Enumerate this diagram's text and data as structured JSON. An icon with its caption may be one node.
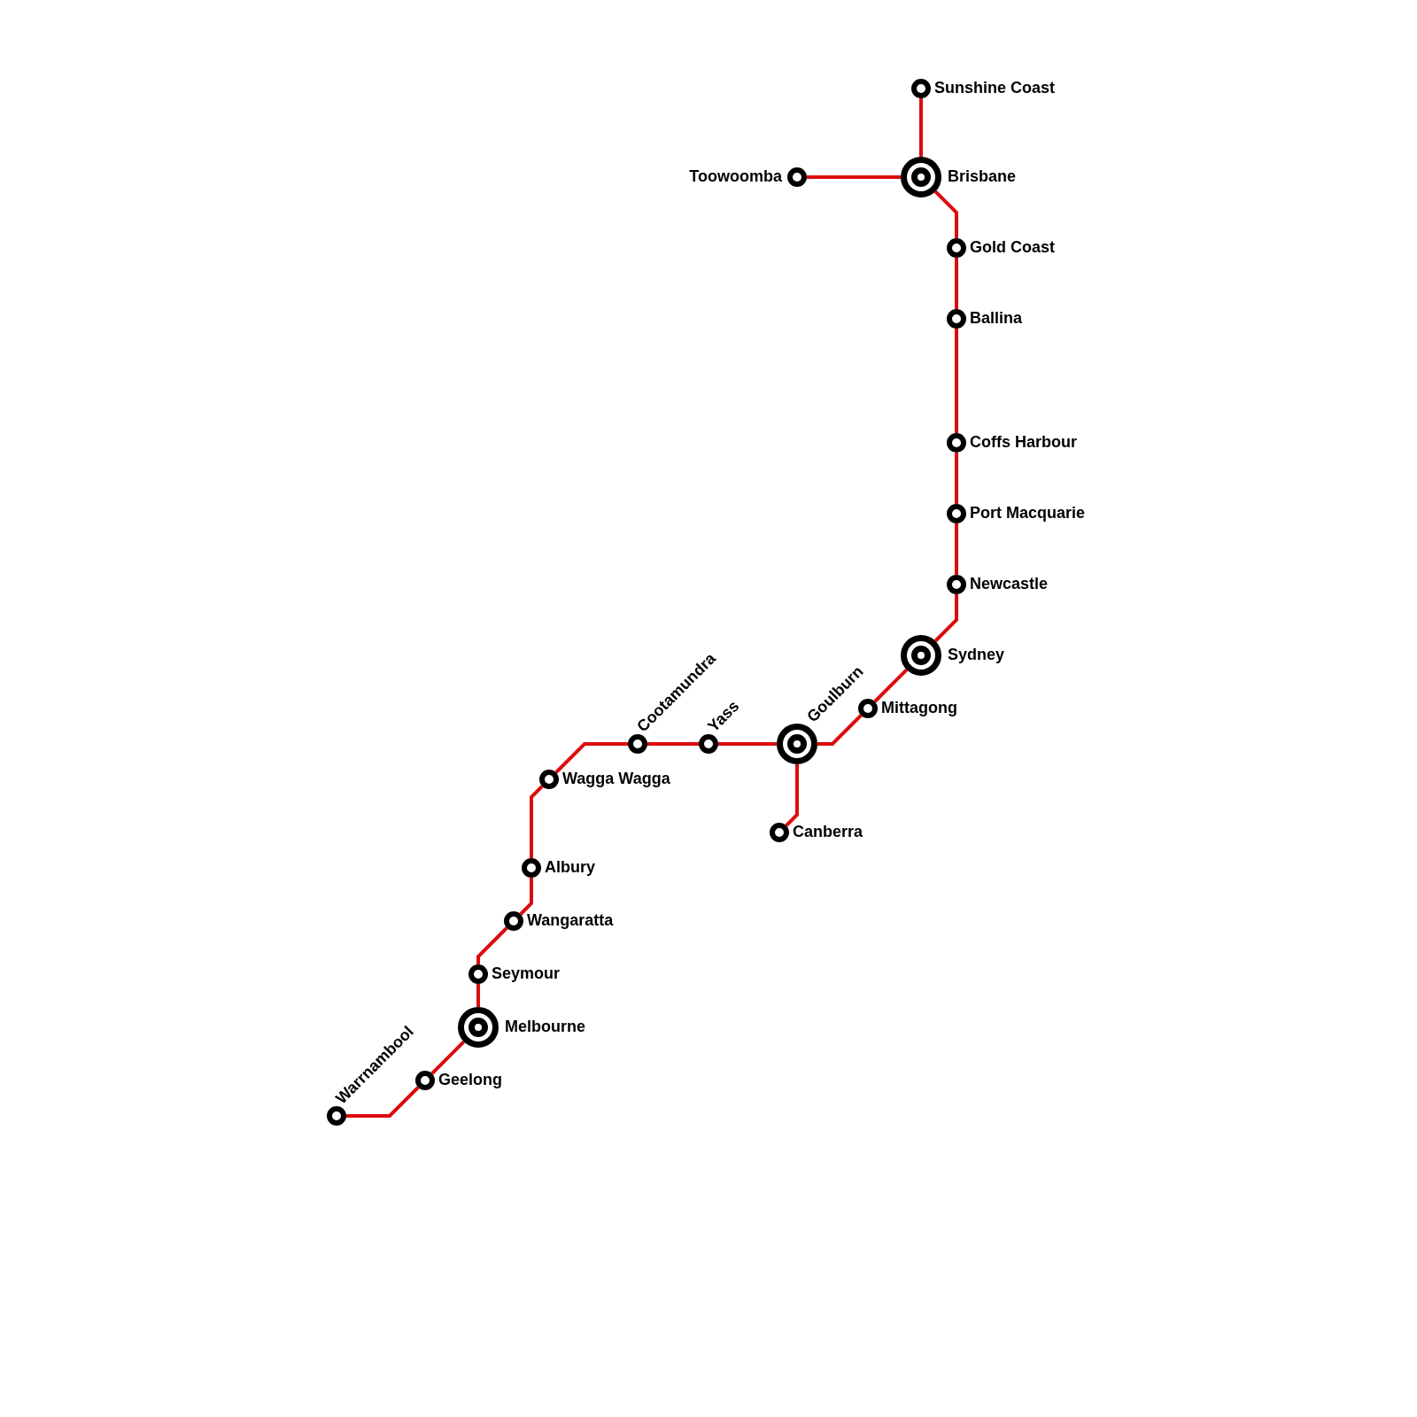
{
  "diagram": {
    "nodes": [
      {
        "text": [],
        "shape": "circle",
        "beside": [
          "Sunshine Coast"
        ]
      },
      {
        "text": [],
        "shape": "circle",
        "beside": [
          "Toowoomba"
        ]
      },
      {
        "text": [],
        "shape": "circle",
        "beside": [
          "Brisbane"
        ]
      },
      {
        "text": [],
        "shape": "circle",
        "beside": [
          "Gold Coast"
        ]
      },
      {
        "text": [],
        "shape": "circle",
        "beside": [
          "Ballina"
        ]
      },
      {
        "text": [],
        "shape": "circle",
        "beside": [
          "Coffs Harbour"
        ]
      },
      {
        "text": [],
        "shape": "circle",
        "beside": [
          "Port Macquarie"
        ]
      },
      {
        "text": [],
        "shape": "circle",
        "beside": [
          "Newcastle"
        ]
      },
      {
        "text": [],
        "shape": "circle",
        "beside": [
          "Sydney"
        ]
      },
      {
        "text": [],
        "shape": "circle",
        "beside": [
          "Mittagong"
        ]
      },
      {
        "text": [],
        "shape": "circle",
        "beside": [
          "Cootamundra"
        ]
      },
      {
        "text": [],
        "shape": "circle",
        "beside": [
          "Yass"
        ]
      },
      {
        "text": [],
        "shape": "circle",
        "beside": [
          "Goulburn"
        ]
      },
      {
        "text": [],
        "shape": "circle",
        "beside": [
          "Wagga Wagga"
        ]
      },
      {
        "text": [],
        "shape": "circle",
        "beside": [
          "Canberra"
        ]
      },
      {
        "text": [],
        "shape": "circle",
        "beside": [
          "Albury"
        ]
      },
      {
        "text": [],
        "shape": "circle",
        "beside": [
          "Wangaratta"
        ]
      },
      {
        "text": [],
        "shape": "circle",
        "beside": [
          "Seymour"
        ]
      },
      {
        "text": [],
        "shape": "circle",
        "beside": [
          "Melbourne"
        ]
      },
      {
        "text": [],
        "shape": "circle",
        "beside": [
          "Geelong"
        ]
      },
      {
        "text": [],
        "shape": "circle",
        "beside": [
          "Warrnambool"
        ]
      }
    ],
    "edges": [
      {
        "from": 0,
        "to": 2,
        "arrow": "none"
      },
      {
        "from": 1,
        "to": 2,
        "arrow": "none"
      },
      {
        "from": 2,
        "to": 3,
        "arrow": "none"
      },
      {
        "from": 3,
        "to": 4,
        "arrow": "none"
      },
      {
        "from": 4,
        "to": 5,
        "arrow": "none"
      },
      {
        "from": 5,
        "to": 6,
        "arrow": "none"
      },
      {
        "from": 6,
        "to": 7,
        "arrow": "none"
      },
      {
        "from": 7,
        "to": 8,
        "arrow": "none"
      },
      {
        "from": 8,
        "to": 9,
        "arrow": "none"
      },
      {
        "from": 9,
        "to": 12,
        "arrow": "none"
      },
      {
        "from": 12,
        "to": 14,
        "arrow": "none"
      },
      {
        "from": 12,
        "to": 11,
        "arrow": "none"
      },
      {
        "from": 11,
        "to": 10,
        "arrow": "none"
      },
      {
        "from": 10,
        "to": 13,
        "arrow": "none"
      },
      {
        "from": 13,
        "to": 15,
        "arrow": "none"
      },
      {
        "from": 15,
        "to": 16,
        "arrow": "none"
      },
      {
        "from": 16,
        "to": 17,
        "arrow": "none"
      },
      {
        "from": 17,
        "to": 18,
        "arrow": "none"
      },
      {
        "from": 18,
        "to": 19,
        "arrow": "none"
      },
      {
        "from": 19,
        "to": 20,
        "arrow": "none"
      }
    ]
  }
}
